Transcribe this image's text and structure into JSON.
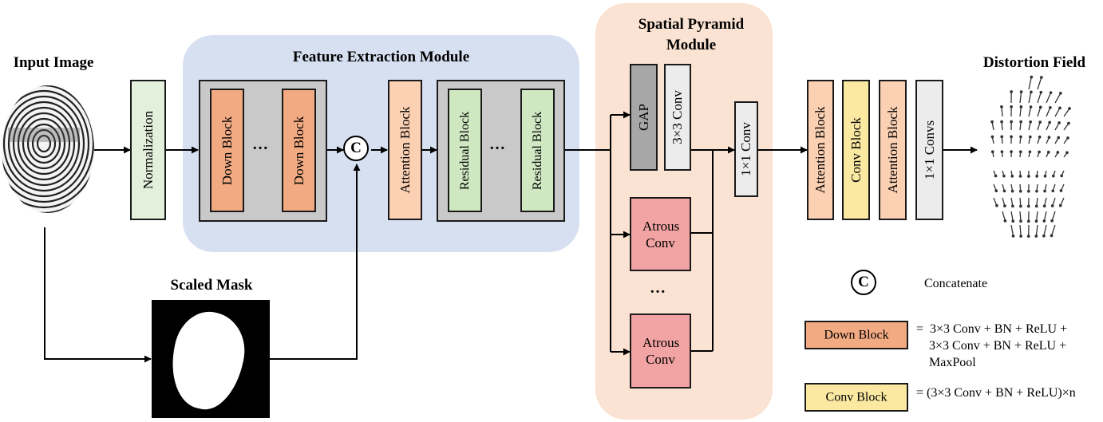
{
  "titles": {
    "input_image": "Input Image",
    "feature_extraction": "Feature Extraction Module",
    "spatial_pyramid": "Spatial Pyramid Module",
    "distortion_field": "Distortion Field",
    "scaled_mask": "Scaled Mask"
  },
  "blocks": {
    "normalization": "Normalization",
    "down_block": "Down Block",
    "attention_block": "Attention Block",
    "residual_block": "Residual Block",
    "gap": "GAP",
    "conv3x3": "3×3 Conv",
    "atrous_conv": "Atrous Conv",
    "conv1x1": "1×1 Conv",
    "conv_block": "Conv Block",
    "convs1x1": "1×1 Convs",
    "concat_symbol": "C",
    "ellipsis": "…"
  },
  "legend": {
    "concat_label": "Concatenate",
    "down_block_label": "Down Block",
    "down_block_def": "=  3×3 Conv + BN + ReLU +\n    3×3 Conv + BN + ReLU +\n    MaxPool",
    "conv_block_label": "Conv Block",
    "conv_block_def": "=  (3×3 Conv + BN + ReLU)×n"
  },
  "colors": {
    "feature_bg": "#d7e0f1",
    "pyramid_bg": "#fbe3d3",
    "normalization": "#e3f1dc",
    "down_block": "#f2aa82",
    "attention_block": "#fbd0b3",
    "residual_block": "#cfe8c2",
    "gap": "#a7a7a7",
    "light_gray": "#ececec",
    "atrous": "#f2a3a3",
    "conv_block": "#fbe9a2",
    "module_gray": "#c9c9c9"
  }
}
